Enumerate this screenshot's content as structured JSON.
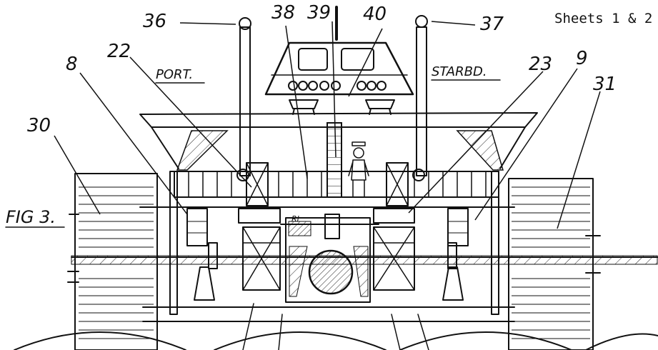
{
  "header": {
    "sheet_note": "Sheets 1 & 2"
  },
  "figure": {
    "label": "FIG 3."
  },
  "side_labels": {
    "port": "PORT.",
    "starboard": "STARBD."
  },
  "reference_numerals": {
    "n36": "36",
    "n38": "38",
    "n39": "39",
    "n40": "40",
    "n37": "37",
    "n8": "8",
    "n22": "22",
    "n23": "23",
    "n9": "9",
    "n30": "30",
    "n31": "31"
  },
  "callout": {
    "marker": "RI"
  }
}
